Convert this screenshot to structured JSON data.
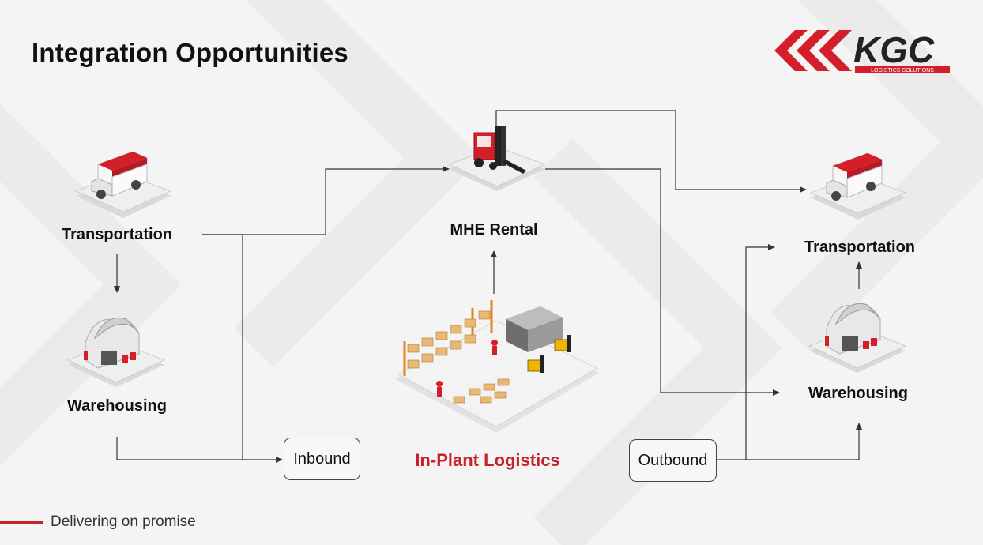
{
  "page": {
    "title": "Integration Opportunities",
    "footer": "Delivering on promise"
  },
  "logo": {
    "name": "KGC",
    "tagline": "LOGISTICS SOLUTIONS"
  },
  "nodes": {
    "left_transport": "Transportation",
    "left_warehouse": "Warehousing",
    "mhe_rental": "MHE Rental",
    "in_plant": "In-Plant Logistics",
    "right_transport": "Transportation",
    "right_warehouse": "Warehousing",
    "inbound": "Inbound",
    "outbound": "Outbound"
  },
  "colors": {
    "accent": "#c8202c",
    "text": "#111111",
    "connector": "#333333"
  },
  "icons": [
    "delivery-truck-icon",
    "warehouse-icon",
    "forklift-icon",
    "in-plant-warehouse-icon",
    "kgc-logo"
  ]
}
